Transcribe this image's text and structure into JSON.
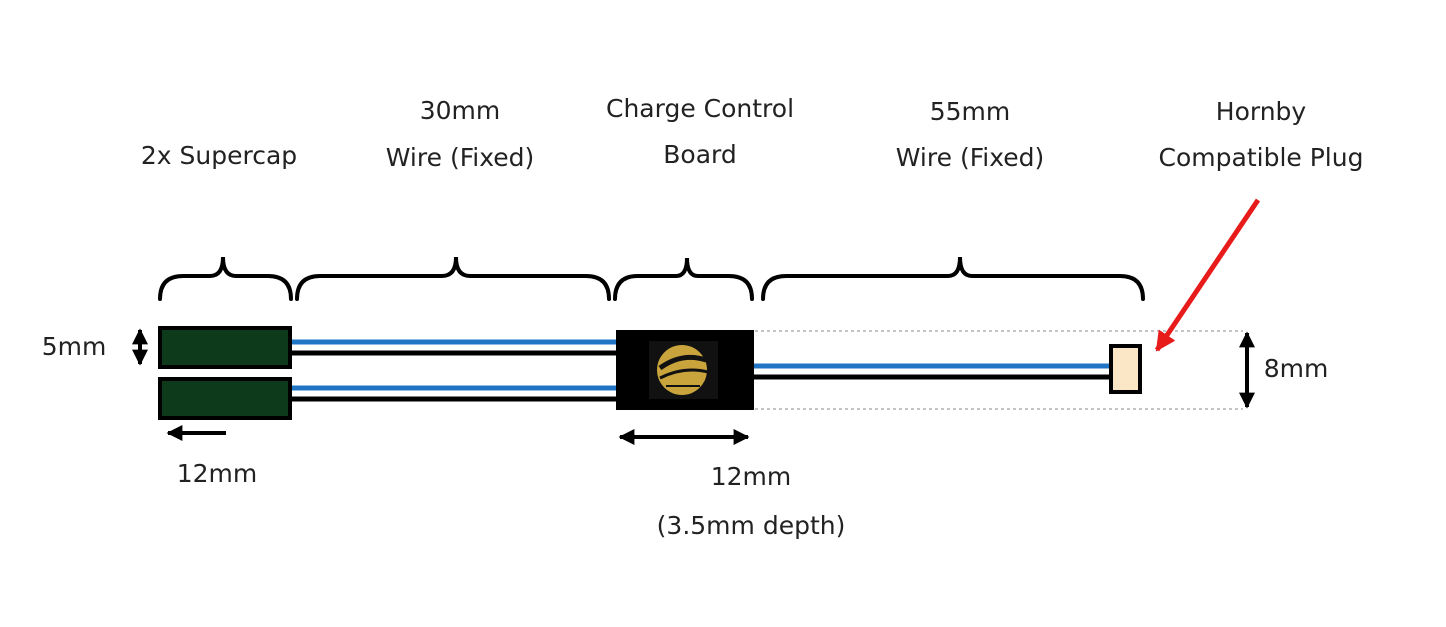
{
  "labels": {
    "supercap": "2x Supercap",
    "wire1_length": "30mm",
    "wire1_type": "Wire (Fixed)",
    "board_line1": "Charge Control",
    "board_line2": "Board",
    "wire2_length": "55mm",
    "wire2_type": "Wire (Fixed)",
    "plug_line1": "Hornby",
    "plug_line2": "Compatible Plug"
  },
  "dimensions": {
    "supercap_height": "5mm",
    "supercap_length": "12mm",
    "board_length": "12mm",
    "board_depth": "(3.5mm depth)",
    "overall_height": "8mm"
  },
  "colors": {
    "supercap_fill": "#0e3a1c",
    "wire_blue": "#1f74c4",
    "wire_black": "#000000",
    "board_fill": "#000000",
    "board_logo": "#c9a43c",
    "plug_fill": "#fbe7c6",
    "pointer_arrow": "#e81b1b"
  }
}
